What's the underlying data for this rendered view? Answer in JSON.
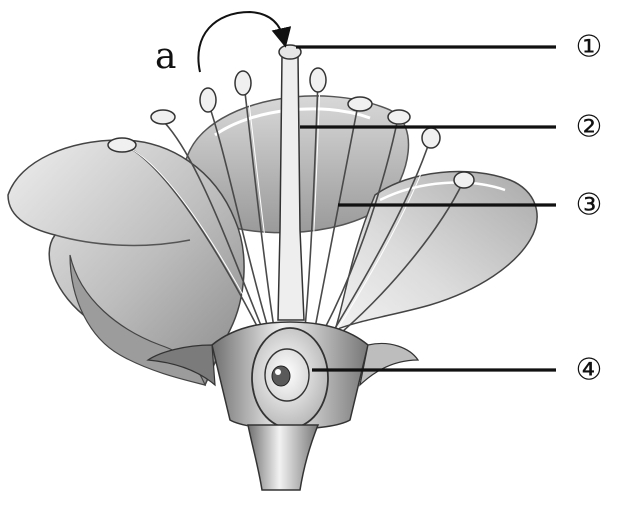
{
  "diagram": {
    "arrow_label": "a",
    "callouts": [
      {
        "id": "1",
        "label": "①"
      },
      {
        "id": "2",
        "label": "②"
      },
      {
        "id": "3",
        "label": "③"
      },
      {
        "id": "4",
        "label": "④"
      }
    ]
  }
}
